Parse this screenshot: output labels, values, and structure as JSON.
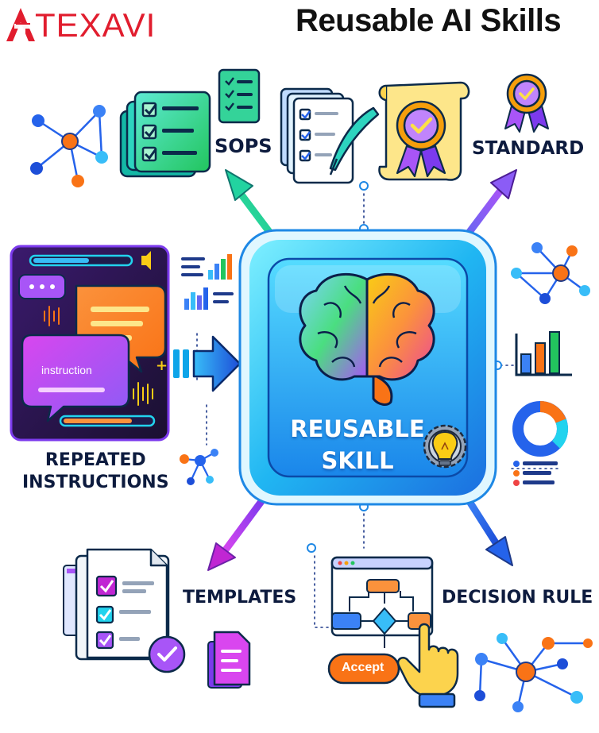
{
  "brand": {
    "logo_text": "TEXAVI"
  },
  "title": "Reusable AI Skills",
  "center": {
    "line1": "REUSABLE",
    "line2": "SKILL"
  },
  "nodes": {
    "sops": "SOPS",
    "standard": "STANDARD",
    "templates": "TEMPLATES",
    "decision_rule": "DECISION RULE",
    "repeated_line1": "REPEATED",
    "repeated_line2": "INSTRUCTIONS"
  },
  "chat": {
    "instruction_label": "instruction"
  },
  "flow": {
    "accept_label": "Accept"
  },
  "icons": [
    "brain-icon",
    "lightbulb-gear-icon",
    "checklist-stack-icon",
    "quill-document-icon",
    "certificate-icon",
    "badge-icon",
    "network-icon",
    "chat-panel-icon",
    "bar-chart-icon",
    "donut-chart-icon",
    "template-document-icon",
    "flowchart-icon",
    "pointing-hand-icon",
    "arrow-icon"
  ],
  "colors": {
    "center_fill": "#1fb5f0",
    "green_arrow": "#22d3a0",
    "purple_arrow": "#8b5cf6",
    "magenta_arrow": "#c026d3",
    "blue_arrow": "#2563eb",
    "orange": "#f97316",
    "logo_red": "#e11d2e"
  }
}
